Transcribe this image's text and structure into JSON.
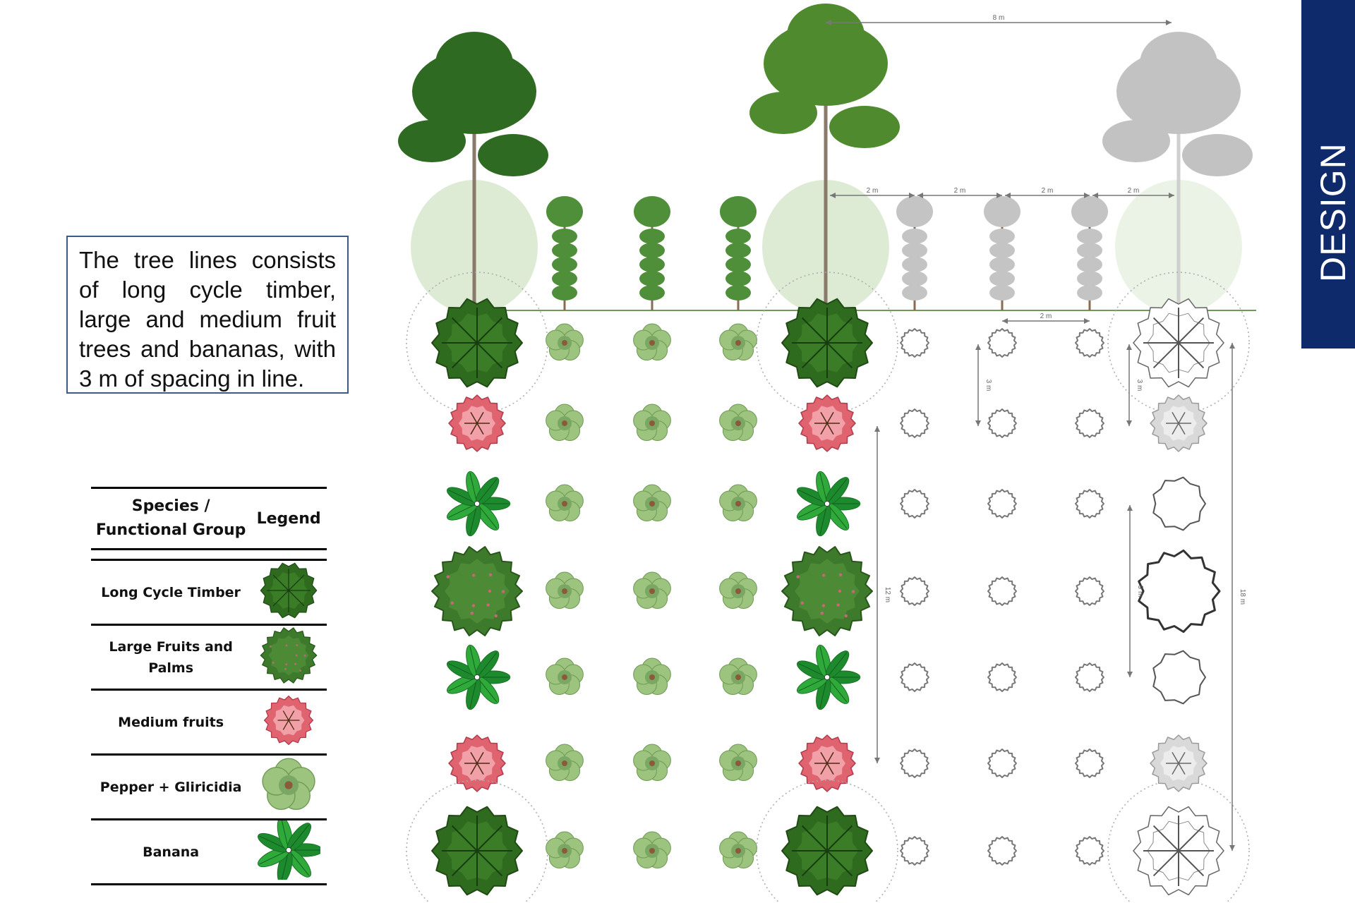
{
  "caption": "The tree lines consists of  long cycle timber, large and medium fruit trees and bananas, with 3 m of spacing in line.",
  "side_tab": "DESIGN",
  "legend": {
    "header_species": "Species / Functional Group",
    "header_legend": "Legend",
    "rows": [
      {
        "label": "Long Cycle Timber",
        "icon": "long-cycle-timber-icon"
      },
      {
        "label": "Large Fruits and Palms",
        "icon": "large-fruits-palms-icon"
      },
      {
        "label": "Medium fruits",
        "icon": "medium-fruits-icon"
      },
      {
        "label": "Pepper + Gliricidia",
        "icon": "pepper-gliricidia-icon"
      },
      {
        "label": "Banana",
        "icon": "banana-icon"
      }
    ]
  },
  "dimensions": {
    "top_span": "8 m",
    "elevation_spacing": "2 m",
    "plan_spacing": "2 m",
    "row_spacing_a": "3 m",
    "row_spacing_b": "3 m",
    "span_12": "12 m",
    "span_9": "9 m",
    "span_18": "18 m"
  },
  "colors": {
    "caption_border": "#3d5a80",
    "side_tab": "#0e2a6b",
    "timber": "#2f6b1e",
    "large_fruit": "#3e7a2c",
    "medium_fruit": "#e06470",
    "pepper": "#9cc47e",
    "banana": "#2faa3a",
    "ghost": "#bdbdbd"
  }
}
